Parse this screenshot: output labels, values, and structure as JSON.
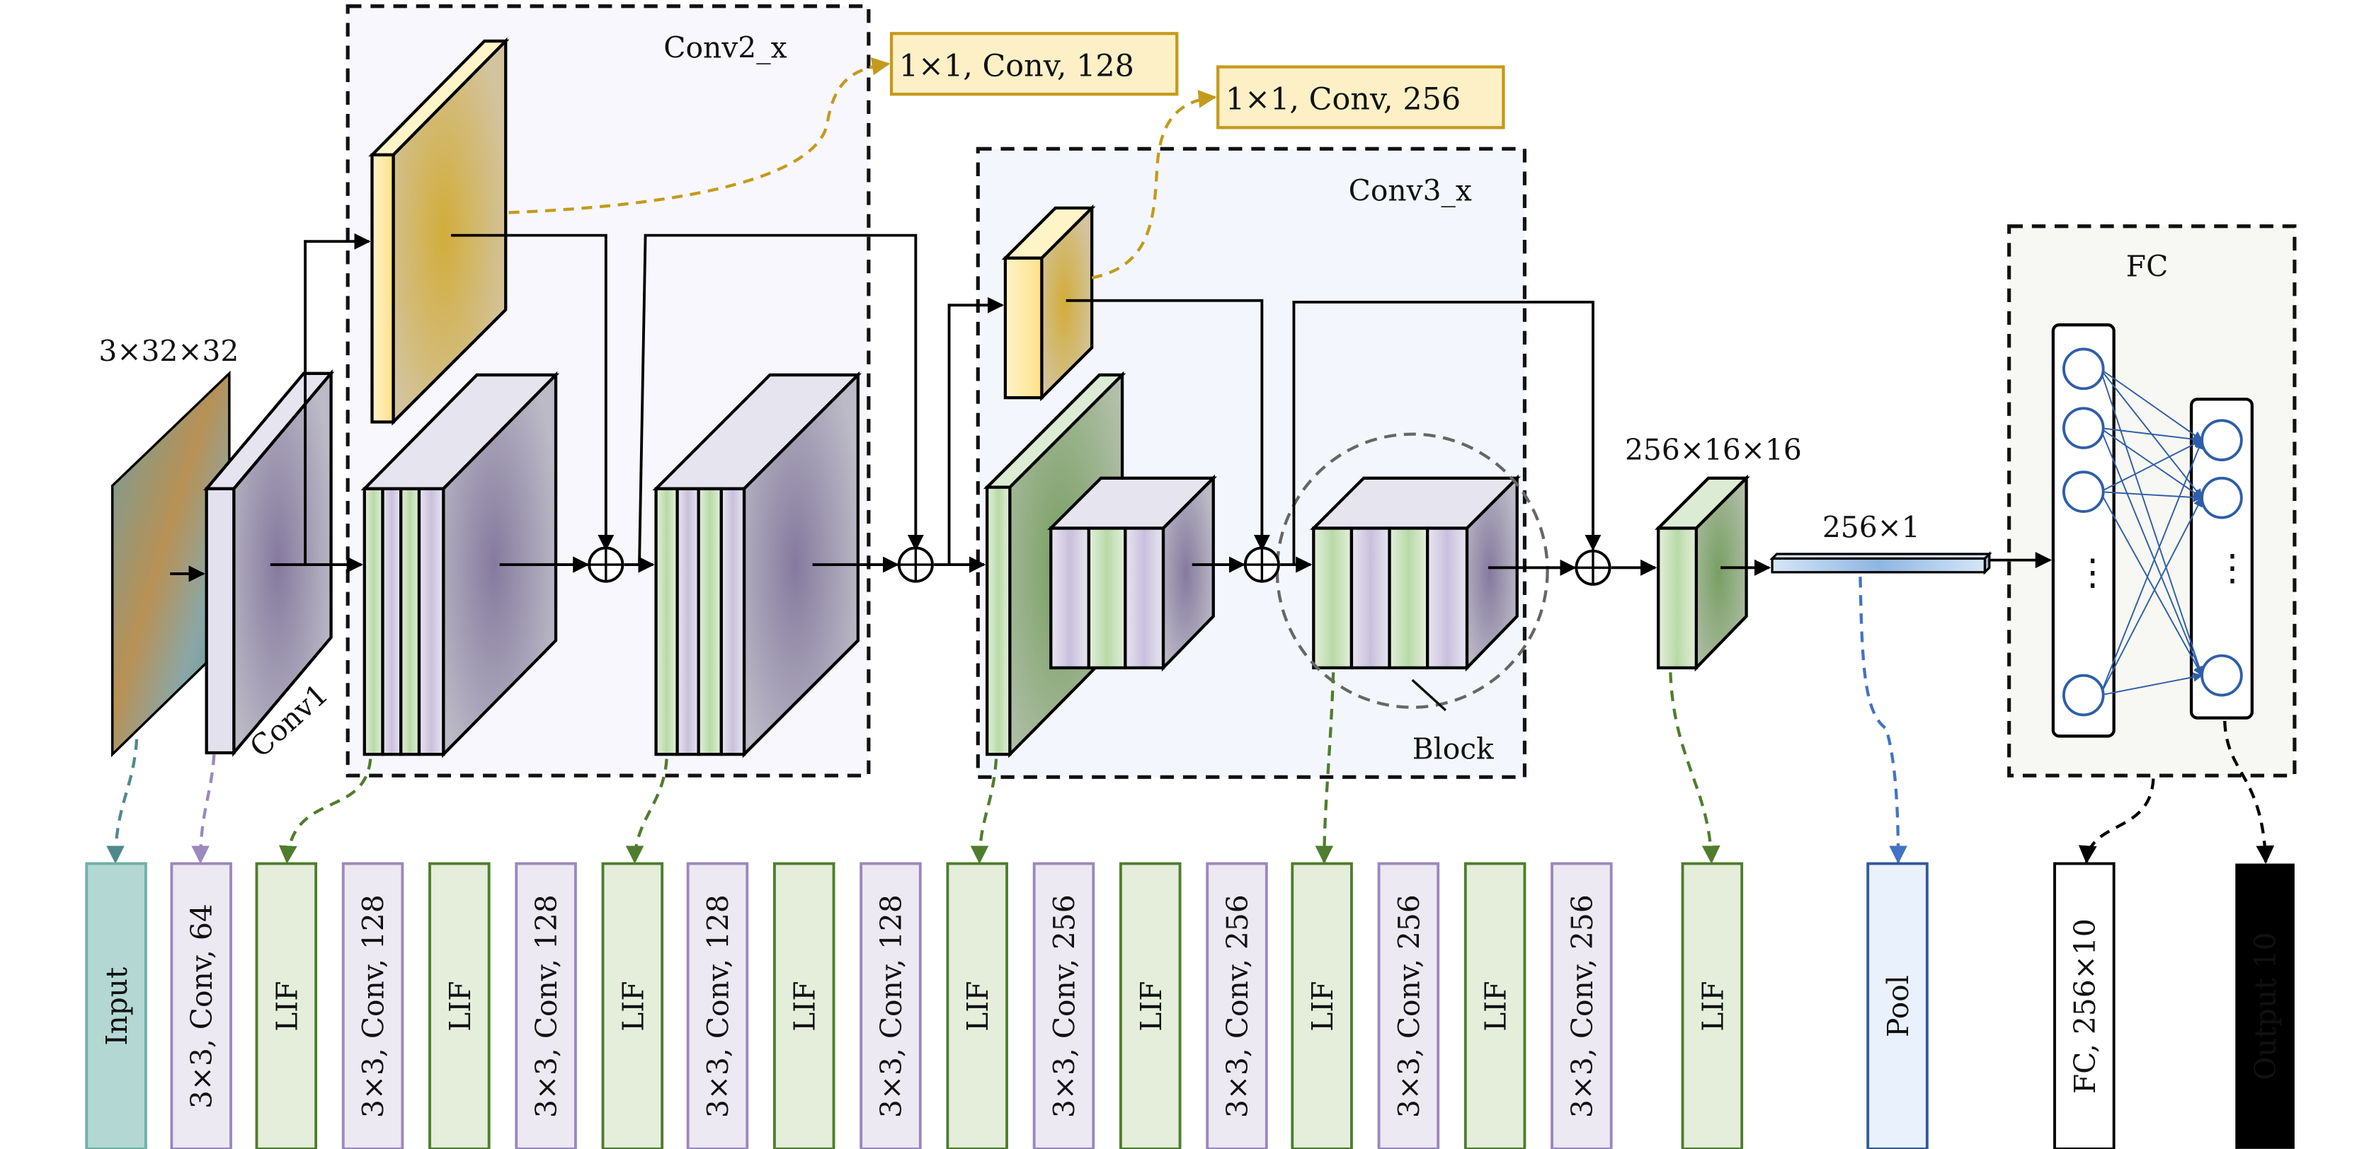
{
  "title": "Spiking ResNet architecture diagram",
  "labels": {
    "input_size": "3×32×32",
    "conv1": "Conv1",
    "conv2_group": "Conv2_x",
    "conv3_group": "Conv3_x",
    "shortcut_conv2": "1×1, Conv, 128",
    "shortcut_conv3": "1×1, Conv, 256",
    "block": "Block",
    "feature_size": "256×16×16",
    "flatten_size": "256×1",
    "fc_group": "FC"
  },
  "layers": [
    {
      "label": "Input",
      "kind": "input"
    },
    {
      "label": "3×3, Conv, 64",
      "kind": "conv"
    },
    {
      "label": "LIF",
      "kind": "lif"
    },
    {
      "label": "3×3, Conv, 128",
      "kind": "conv"
    },
    {
      "label": "LIF",
      "kind": "lif"
    },
    {
      "label": "3×3, Conv, 128",
      "kind": "conv"
    },
    {
      "label": "LIF",
      "kind": "lif"
    },
    {
      "label": "3×3, Conv, 128",
      "kind": "conv"
    },
    {
      "label": "LIF",
      "kind": "lif"
    },
    {
      "label": "3×3, Conv, 128",
      "kind": "conv"
    },
    {
      "label": "LIF",
      "kind": "lif"
    },
    {
      "label": "3×3, Conv, 256",
      "kind": "conv"
    },
    {
      "label": "LIF",
      "kind": "lif"
    },
    {
      "label": "3×3, Conv, 256",
      "kind": "conv"
    },
    {
      "label": "LIF",
      "kind": "lif"
    },
    {
      "label": "3×3, Conv, 256",
      "kind": "conv"
    },
    {
      "label": "LIF",
      "kind": "lif"
    },
    {
      "label": "3×3, Conv, 256",
      "kind": "conv"
    },
    {
      "label": "LIF",
      "kind": "lif"
    },
    {
      "label": "Pool",
      "kind": "pool"
    },
    {
      "label": "FC, 256×10",
      "kind": "fc"
    },
    {
      "label": "Output 10",
      "kind": "output"
    }
  ],
  "fc_network": {
    "input_neurons_shown": 4,
    "output_neurons_shown": 3,
    "ellipsis": "⋮"
  },
  "colors": {
    "input": "#b3d8d3",
    "input_stroke": "#6fb0a6",
    "conv": "#ece9f2",
    "conv_stroke": "#9b88bd",
    "lif": "#e4eedb",
    "lif_stroke": "#4f7d2e",
    "pool": "#e9f2fc",
    "pool_stroke": "#33599b",
    "fc": "#ffffff",
    "fc_stroke": "#000000",
    "shortcut": "#fdf0c6",
    "shortcut_stroke": "#c49a1c",
    "neuron": "#2f5ea8"
  }
}
